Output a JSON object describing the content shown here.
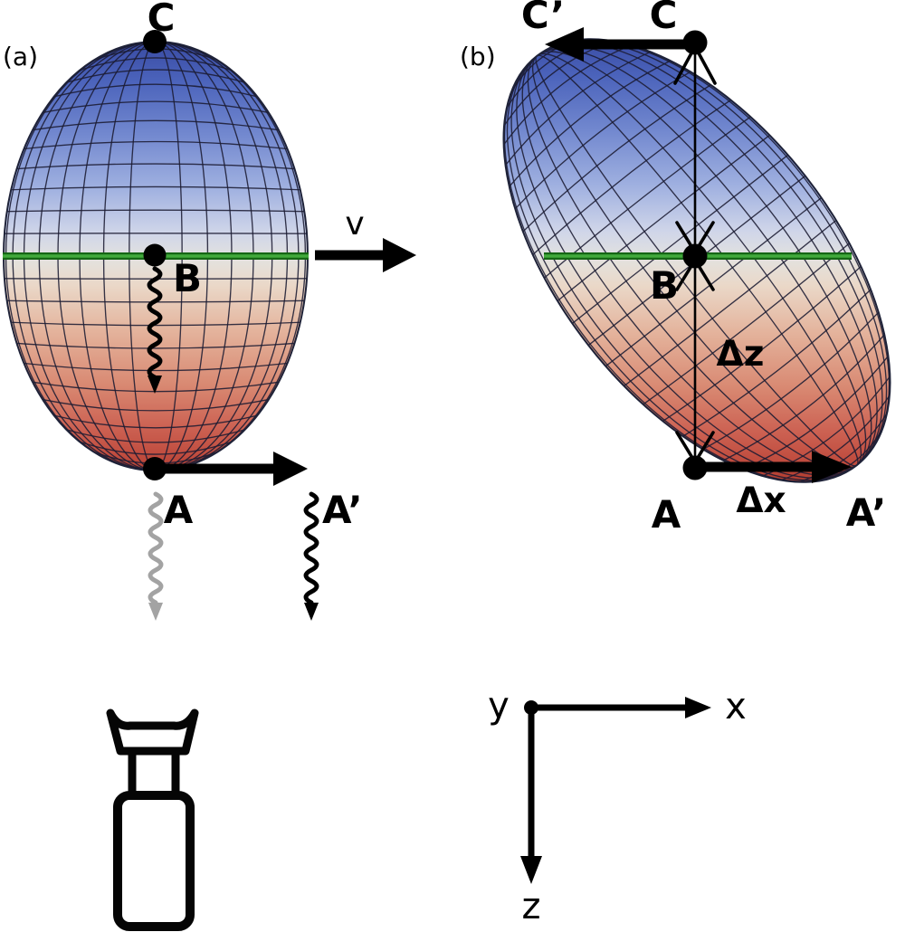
{
  "figure": {
    "panel_a": {
      "label": "(a)",
      "point_c": "C",
      "point_b": "B",
      "point_a": "A",
      "point_a_prime": "A’",
      "velocity_label": "v"
    },
    "panel_b": {
      "label": "(b)",
      "point_c_prime": "C’",
      "point_c": "C",
      "point_b": "B",
      "point_a": "A",
      "point_a_prime": "A’",
      "delta_z_label": "Δz",
      "delta_x_label": "Δx"
    },
    "axes": {
      "x_label": "x",
      "y_label": "y",
      "z_label": "z"
    },
    "icons": {
      "objective": "microscope-objective-icon"
    },
    "colors": {
      "surface_blue_top": "#36479f",
      "surface_midplane": "#e3e2df",
      "surface_red_bottom": "#ad3a2c",
      "focal_plane_green": "#2e9429",
      "mesh_line": "#1b1b32",
      "annotation_black": "#000000",
      "faded_wave_gray": "#a3a3a3"
    }
  }
}
